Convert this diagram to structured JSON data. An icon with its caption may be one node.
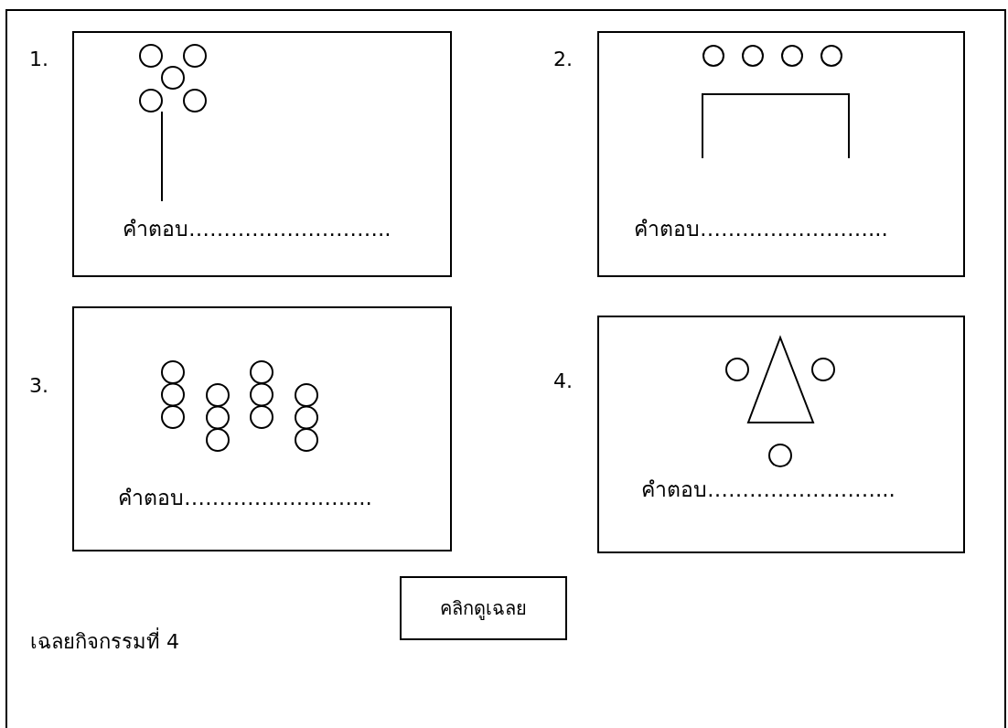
{
  "diagram": {
    "nodes": [
      {
        "text": [
          "คำตอบ……………………….."
        ],
        "beside": [
          "1."
        ]
      },
      {
        "text": [
          "คำตอบ……………………..."
        ],
        "beside": [
          "2."
        ]
      },
      {
        "text": [
          "คำตอบ……………………..."
        ],
        "beside": [
          "3."
        ]
      },
      {
        "text": [
          "คำตอบ……………………..."
        ],
        "beside": [
          "4."
        ]
      },
      {
        "text": [
          "คลิกดูเฉลย"
        ]
      }
    ],
    "labels": [
      "เฉลยกิจกรรมที่ 4"
    ]
  }
}
